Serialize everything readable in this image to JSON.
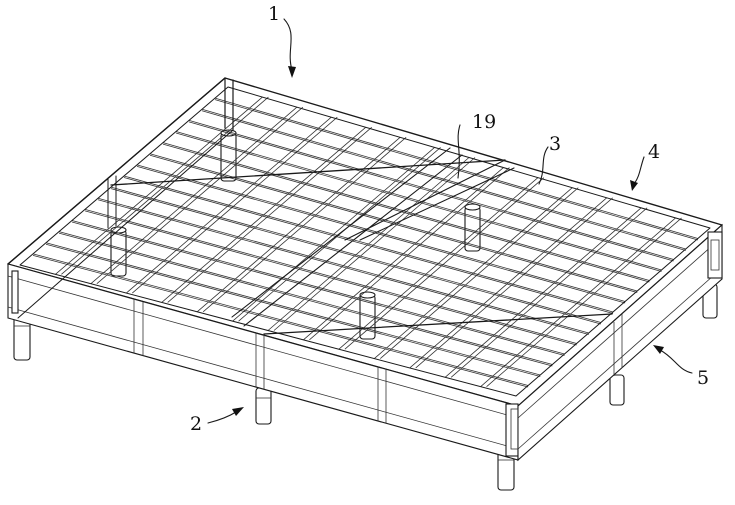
{
  "labels": {
    "frame": "1",
    "front_leg": "2",
    "slat": "3",
    "side_rail": "4",
    "end_rail": "5",
    "center_joint": "19"
  }
}
